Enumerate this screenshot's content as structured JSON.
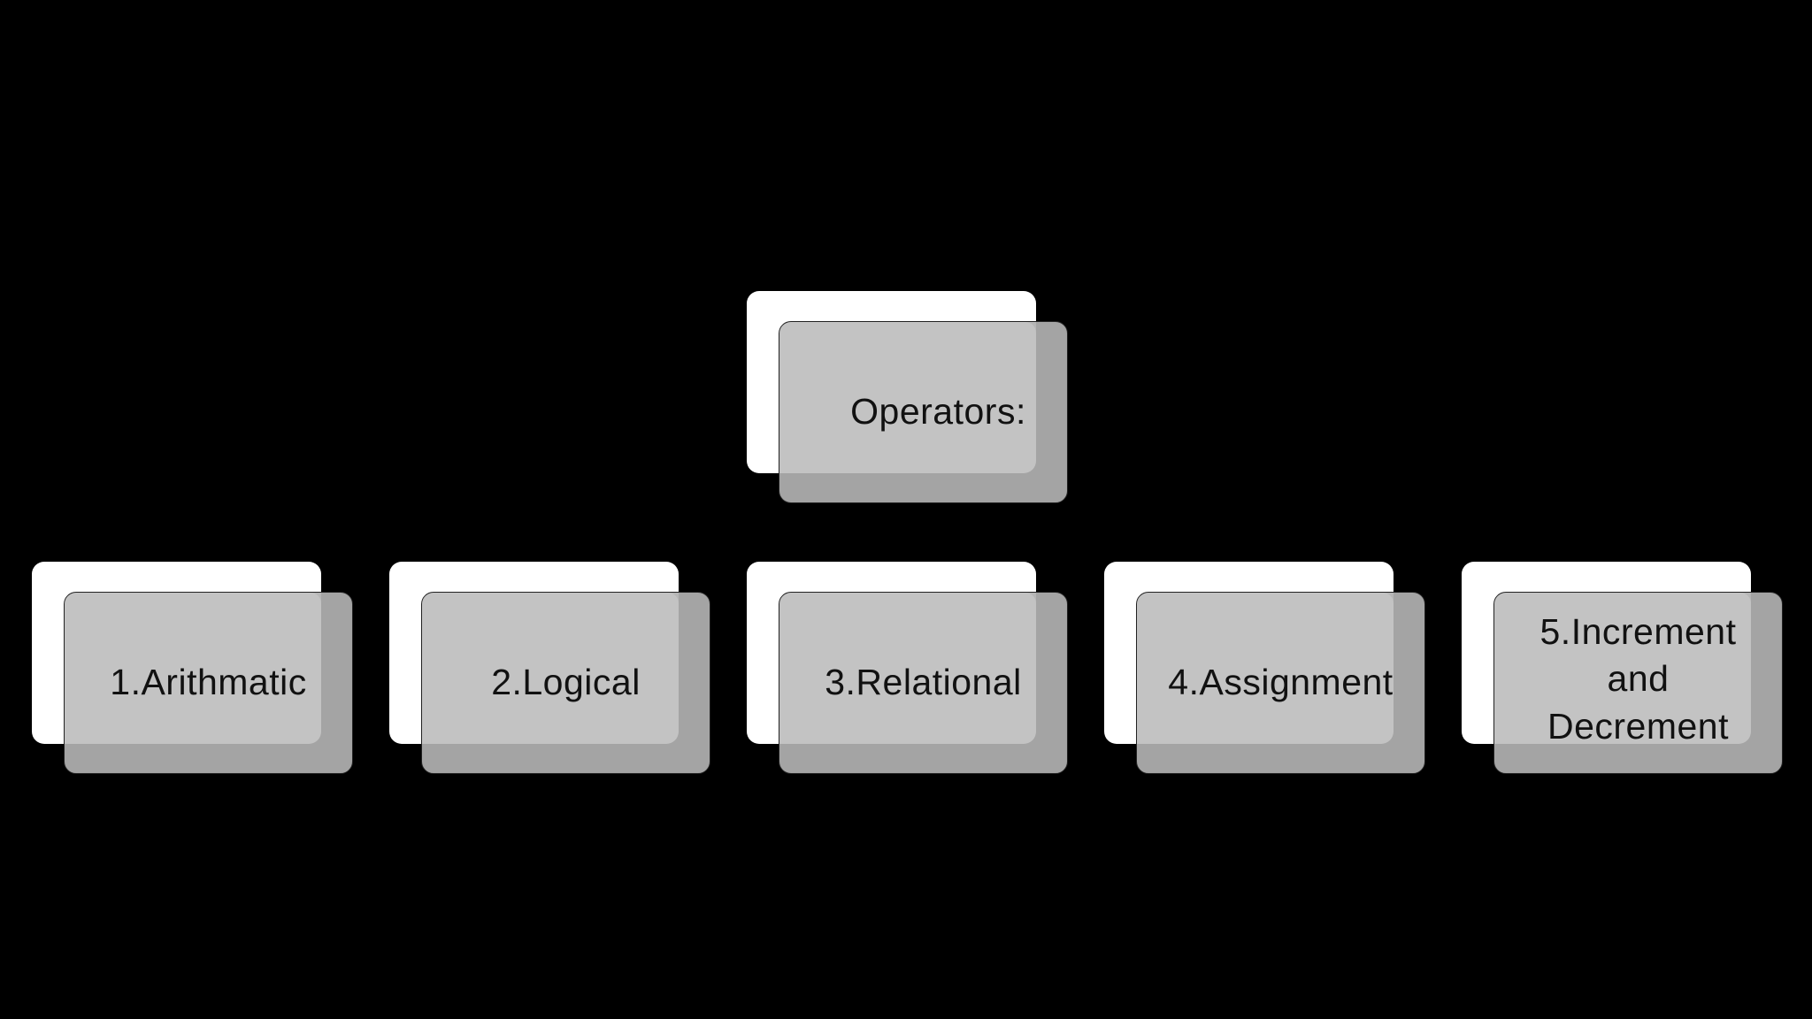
{
  "diagram": {
    "root": {
      "label": "Operators:"
    },
    "children": [
      {
        "label": "1.Arithmatic"
      },
      {
        "label": "2.Logical"
      },
      {
        "label": "3.Relational"
      },
      {
        "label": "4.Assignment"
      },
      {
        "label": "5.Increment\nand\nDecrement"
      }
    ]
  }
}
